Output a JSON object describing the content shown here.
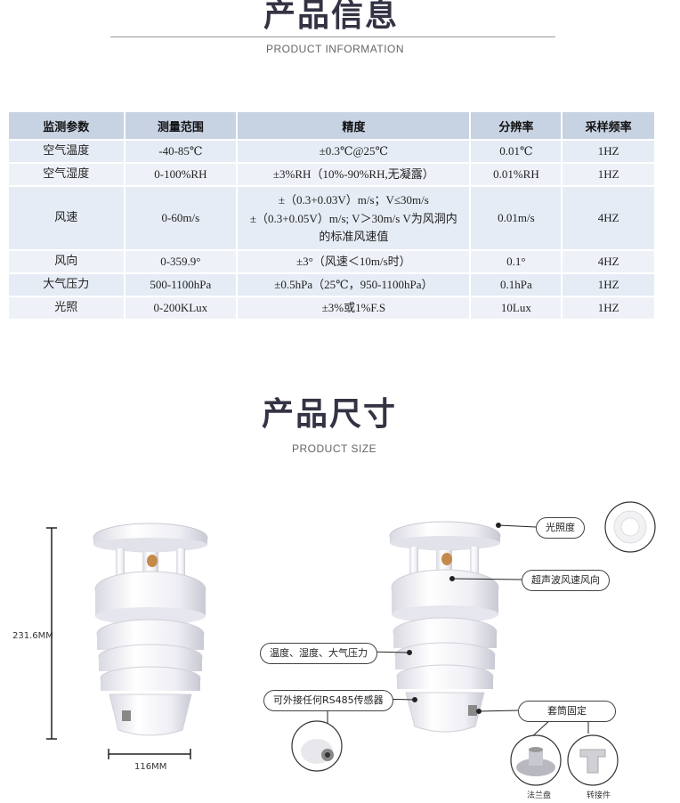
{
  "info_section": {
    "title": "产品信息",
    "subtitle": "PRODUCT INFORMATION"
  },
  "table": {
    "headers": [
      "监测参数",
      "测量范围",
      "精度",
      "分辨率",
      "采样频率"
    ],
    "rows": [
      [
        "空气温度",
        "-40-85℃",
        "±0.3℃@25℃",
        "0.01℃",
        "1HZ"
      ],
      [
        "空气湿度",
        "0-100%RH",
        "±3%RH（10%-90%RH,无凝露）",
        "0.01%RH",
        "1HZ"
      ],
      [
        "风速",
        "0-60m/s",
        "±（0.3+0.03V）m/s；V≤30m/s",
        "0.01m/s",
        "4HZ"
      ],
      [
        "风向",
        "0-359.9°",
        "±3°（风速＜10m/s时）",
        "0.1°",
        "4HZ"
      ],
      [
        "大气压力",
        "500-1100hPa",
        "±0.5hPa（25℃，950-1100hPa）",
        "0.1hPa",
        "1HZ"
      ],
      [
        "光照",
        "0-200KLux",
        "±3%或1%F.S",
        "10Lux",
        "1HZ"
      ]
    ],
    "wind_speed_precision_line2": "±（0.3+0.05V）m/s; V＞30m/s V为风洞内",
    "wind_speed_precision_line3": "的标准风速值"
  },
  "size_section": {
    "title": "产品尺寸",
    "subtitle": "PRODUCT SIZE",
    "height_label": "231.6MM",
    "width_label": "116MM"
  },
  "callouts": {
    "light": "光照度",
    "ultrasonic": "超声波风速风向",
    "temp_hum_press": "温度、湿度、大气压力",
    "rs485": "可外接任何RS485传感器",
    "sleeve": "套筒固定",
    "flange": "法兰盘",
    "adapter": "转接件"
  },
  "colors": {
    "header_bg": "#c7d2e3",
    "row_bg": "#e6ecf5",
    "title": "#334455"
  }
}
